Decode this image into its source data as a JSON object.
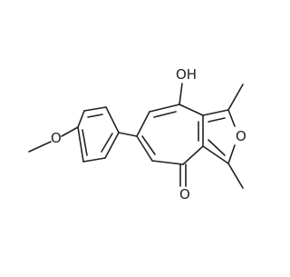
{
  "diagram": {
    "type": "chemical-structure",
    "atom_labels": {
      "hydroxyl": "OH",
      "ketone_oxygen": "O",
      "furan_oxygen": "O",
      "methoxy_oxygen": "O"
    },
    "colors": {
      "bond": "#222222",
      "text": "#222222",
      "background": "#ffffff"
    }
  }
}
